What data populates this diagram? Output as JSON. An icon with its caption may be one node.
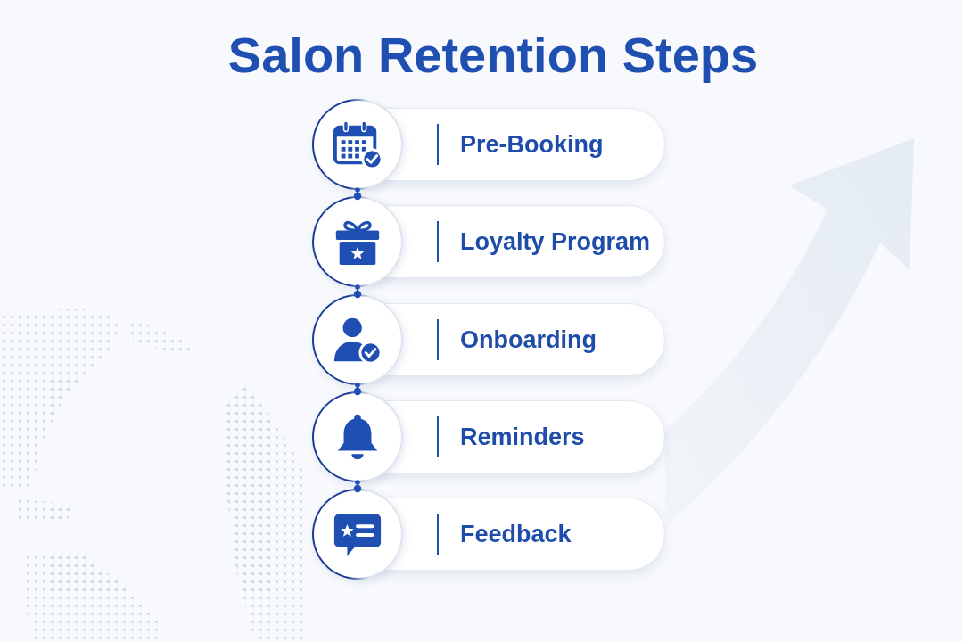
{
  "diagram": {
    "title": "Salon Retention Steps",
    "nodes": [
      {
        "text": [
          "Pre-Booking"
        ]
      },
      {
        "text": [
          "Loyalty Program"
        ]
      },
      {
        "text": [
          "Onboarding"
        ]
      },
      {
        "text": [
          "Reminders"
        ]
      },
      {
        "text": [
          "Feedback"
        ]
      }
    ],
    "edges": [
      {
        "from": 0,
        "to": 1,
        "arrow": "other"
      },
      {
        "from": 1,
        "to": 2,
        "arrow": "other"
      },
      {
        "from": 2,
        "to": 3,
        "arrow": "other"
      },
      {
        "from": 3,
        "to": 4,
        "arrow": "other"
      }
    ]
  }
}
